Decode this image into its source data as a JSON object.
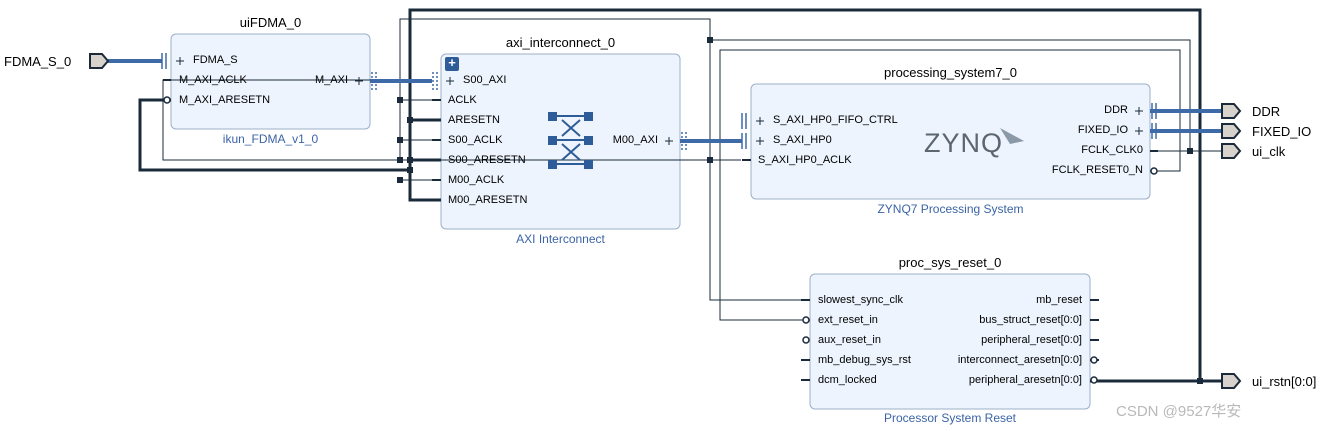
{
  "external_ports": {
    "fdma_s_0": "FDMA_S_0",
    "ddr": "DDR",
    "fixed_io": "FIXED_IO",
    "ui_clk": "ui_clk",
    "ui_rstn": "ui_rstn[0:0]"
  },
  "blocks": {
    "uifdma": {
      "instance": "uiFDMA_0",
      "type": "ikun_FDMA_v1_0",
      "pins_left": [
        "FDMA_S",
        "M_AXI_ACLK",
        "M_AXI_ARESETN"
      ],
      "pins_right": [
        "M_AXI"
      ]
    },
    "axi_interconnect": {
      "instance": "axi_interconnect_0",
      "type": "AXI Interconnect",
      "pins_left": [
        "S00_AXI",
        "ACLK",
        "ARESETN",
        "S00_ACLK",
        "S00_ARESETN",
        "M00_ACLK",
        "M00_ARESETN"
      ],
      "pins_right": [
        "M00_AXI"
      ],
      "expand_glyph": "+"
    },
    "ps7": {
      "instance": "processing_system7_0",
      "type": "ZYNQ7 Processing System",
      "logo": "ZYNQ",
      "pins_left": [
        "S_AXI_HP0_FIFO_CTRL",
        "S_AXI_HP0",
        "S_AXI_HP0_ACLK"
      ],
      "pins_right": [
        "DDR",
        "FIXED_IO",
        "FCLK_CLK0",
        "FCLK_RESET0_N"
      ]
    },
    "proc_sys_reset": {
      "instance": "proc_sys_reset_0",
      "type": "Processor System Reset",
      "pins_left": [
        "slowest_sync_clk",
        "ext_reset_in",
        "aux_reset_in",
        "mb_debug_sys_rst",
        "dcm_locked"
      ],
      "pins_right": [
        "mb_reset",
        "bus_struct_reset[0:0]",
        "peripheral_reset[0:0]",
        "interconnect_aresetn[0:0]",
        "peripheral_aresetn[0:0]"
      ]
    }
  },
  "watermark": "CSDN @9527华安",
  "colors": {
    "block_fill": "#edf4fd",
    "block_border": "#9bb0c8",
    "bus": "#3f6aa8",
    "wire": "#1a2a3a",
    "subtitle": "#3b64a6",
    "port_fill": "#d8d2cc"
  }
}
